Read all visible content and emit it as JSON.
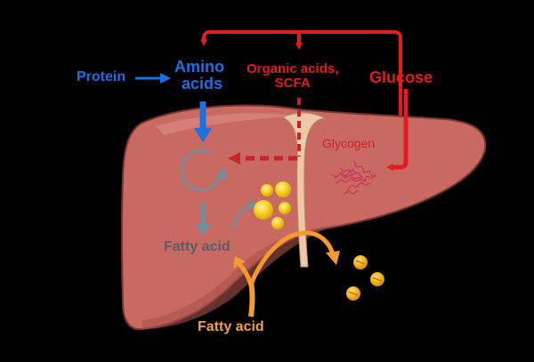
{
  "labels": {
    "protein": "Protein",
    "amino_acids_line1": "Amino",
    "amino_acids_line2": "acids",
    "organic_acids_line1": "Organic acids,",
    "organic_acids_line2": "SCFA",
    "glucose": "Glucose",
    "glycogen": "Glycogen",
    "fatty_acid_inside": "Fatty acid",
    "fatty_acid_bottom": "Fatty acid"
  },
  "colors": {
    "background": "#000000",
    "liver": "#c86a62",
    "liver_outline": "#7a3430",
    "ligament": "#efc8a8",
    "protein_arrow": "#1f6fe0",
    "sugar_arrow": "#e11d1d",
    "fatty_acid_arrow": "#f59a2f",
    "cycle_arrow": "#7b8a96",
    "glycogen_strands": "#c8335a",
    "lipid_droplet": "#f6cf1e"
  }
}
